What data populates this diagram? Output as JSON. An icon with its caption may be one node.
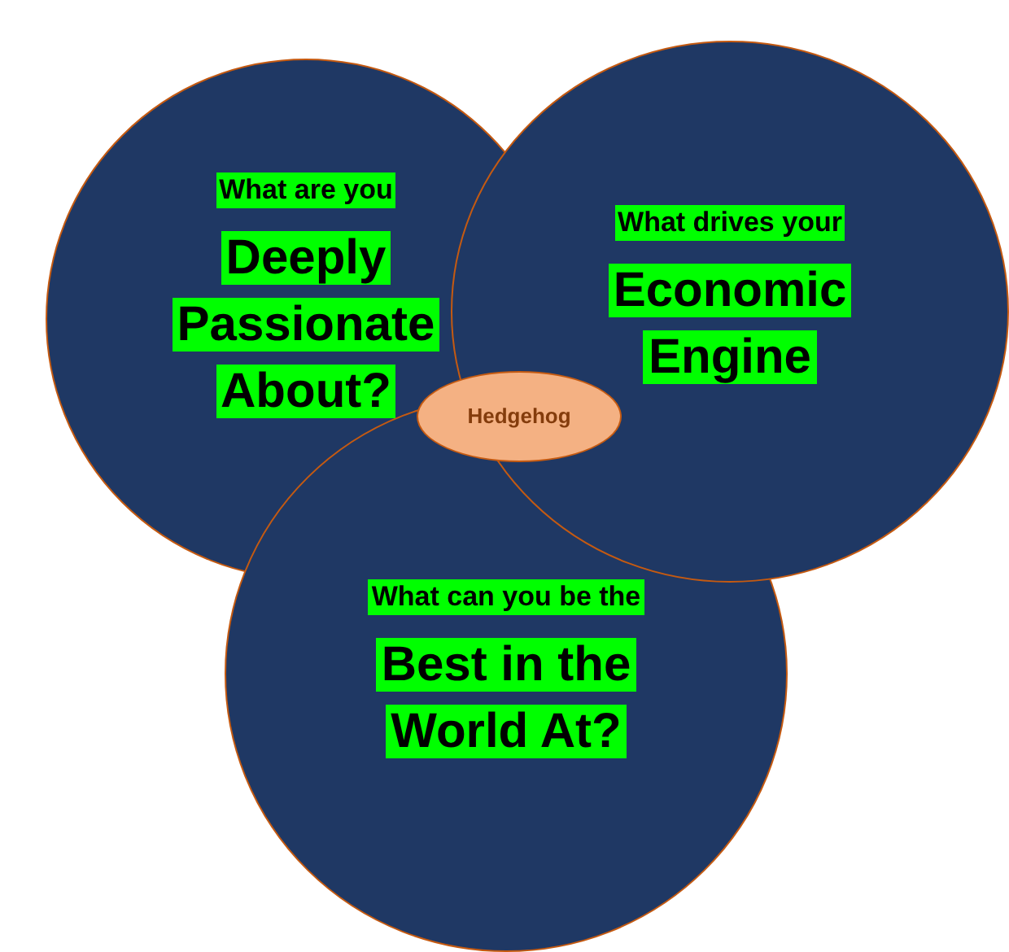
{
  "diagram": {
    "nodes": [
      {
        "text": [
          "What are you",
          "Deeply Passionate About?"
        ]
      },
      {
        "text": [
          "What drives your",
          "Economic Engine"
        ]
      },
      {
        "text": [
          "What can you be the",
          "Best in the World At?"
        ]
      },
      {
        "text": [
          "Hedgehog"
        ]
      }
    ]
  }
}
